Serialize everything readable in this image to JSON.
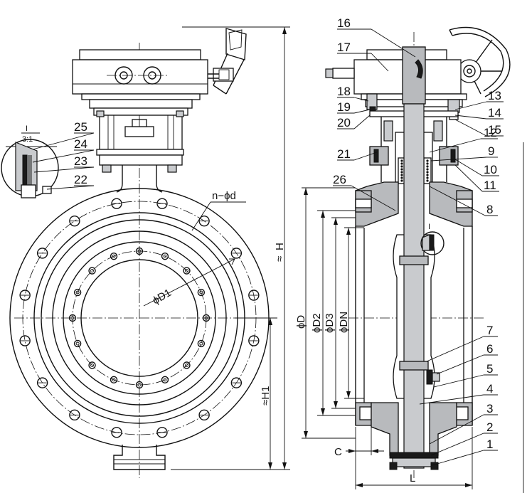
{
  "detail": {
    "label_top": "I",
    "label_bottom": "3:1"
  },
  "callouts": [
    {
      "n": "1"
    },
    {
      "n": "2"
    },
    {
      "n": "3"
    },
    {
      "n": "4"
    },
    {
      "n": "5"
    },
    {
      "n": "6"
    },
    {
      "n": "7"
    },
    {
      "n": "8"
    },
    {
      "n": "9"
    },
    {
      "n": "10"
    },
    {
      "n": "11"
    },
    {
      "n": "12"
    },
    {
      "n": "13"
    },
    {
      "n": "14"
    },
    {
      "n": "15"
    },
    {
      "n": "16"
    },
    {
      "n": "17"
    },
    {
      "n": "18"
    },
    {
      "n": "19"
    },
    {
      "n": "20"
    },
    {
      "n": "21"
    },
    {
      "n": "22"
    },
    {
      "n": "23"
    },
    {
      "n": "24"
    },
    {
      "n": "25"
    },
    {
      "n": "26"
    }
  ],
  "dimensions": {
    "holes": "n−ϕd",
    "bolt_circle": "ϕD1",
    "height": "H",
    "height_approx": "≈",
    "height_lower": "≈H1",
    "outer_dia": "ϕD",
    "d2": "ϕD2",
    "d3": "ϕD3",
    "dn": "ϕDN",
    "length": "L",
    "c": "C",
    "section_mark": "I"
  }
}
